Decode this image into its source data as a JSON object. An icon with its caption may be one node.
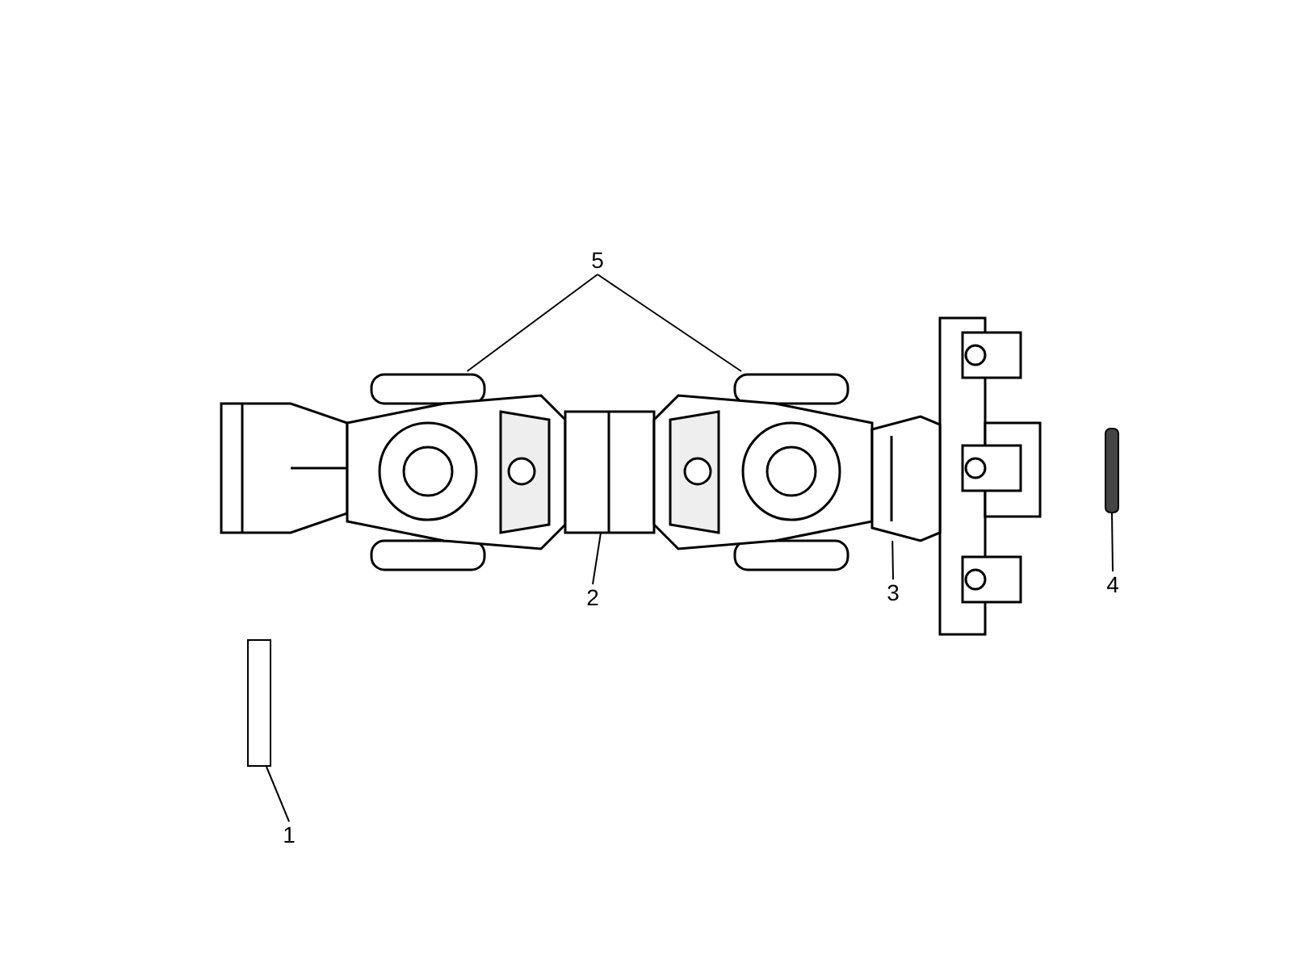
{
  "diagram": {
    "nodes": [
      {
        "text": [
          "5"
        ]
      },
      {
        "text": [],
        "shape": "picture"
      },
      {
        "text": [],
        "shape": "picture"
      },
      {
        "text": [],
        "shape": "picture"
      },
      {
        "text": [],
        "shape": "picture"
      },
      {
        "text": [
          "2"
        ]
      },
      {
        "text": [
          "3"
        ]
      },
      {
        "text": [
          "4"
        ]
      },
      {
        "text": [],
        "shape": "bar"
      },
      {
        "text": [
          "1"
        ]
      },
      {
        "text": [],
        "shape": "box"
      }
    ],
    "edges": [
      {
        "from": 0,
        "to": 1,
        "arrow": "none"
      },
      {
        "from": 0,
        "to": 3,
        "arrow": "none"
      },
      {
        "from": 5,
        "to": 2,
        "arrow": "none"
      },
      {
        "from": 6,
        "to": 4,
        "arrow": "none"
      },
      {
        "from": 7,
        "to": 8,
        "arrow": "none"
      },
      {
        "from": 9,
        "to": 10,
        "arrow": "none"
      }
    ]
  }
}
